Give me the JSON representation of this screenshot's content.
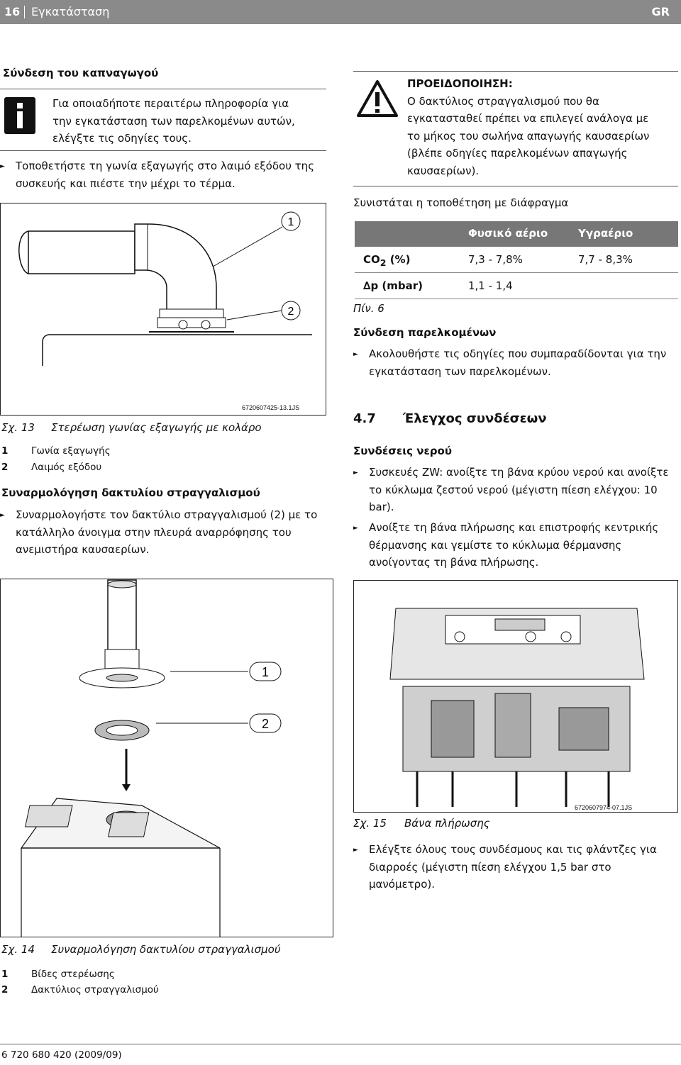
{
  "header": {
    "page": "16",
    "section": "Εγκατάσταση",
    "lang": "GR"
  },
  "left": {
    "h1": "Σύνδεση του καπναγωγού",
    "info_lines": [
      "Για οποιαδήποτε περαιτέρω πληροφορία για",
      "την εγκατάσταση των παρελκομένων αυτών,",
      "ελέγξτε τις οδηγίες τους."
    ],
    "bullet1": [
      "Τοποθετήστε τη γωνία εξαγωγής στο λαιμό εξόδου της",
      "συσκευής και πιέστε την μέχρι το τέρμα."
    ],
    "fig13": {
      "n1": "1",
      "n2": "2",
      "code": "6720607425-13.1JS",
      "label": "Σχ. 13",
      "title": "Στερέωση γωνίας εξαγωγής με κολάρο",
      "legend": [
        {
          "num": "1",
          "text": "Γωνία εξαγωγής"
        },
        {
          "num": "2",
          "text": "Λαιμός εξόδου"
        }
      ]
    },
    "h2": "Συναρμολόγηση δακτυλίου στραγγαλισμού",
    "bullet2": [
      "Συναρμολογήστε τον δακτύλιο στραγγαλισμού (2) με το",
      "κατάλληλο άνοιγμα στην πλευρά αναρρόφησης του",
      "ανεμιστήρα καυσαερίων."
    ],
    "fig14": {
      "n1": "1",
      "n2": "2",
      "label": "Σχ. 14",
      "title": "Συναρμολόγηση δακτυλίου στραγγαλισμού",
      "legend": [
        {
          "num": "1",
          "text": "Βίδες στερέωσης"
        },
        {
          "num": "2",
          "text": "Δακτύλιος στραγγαλισμού"
        }
      ]
    }
  },
  "right": {
    "warn_title": "ΠΡΟΕΙΔΟΠΟΙΗΣΗ:",
    "warn_lines": [
      "Ο δακτύλιος στραγγαλισμού που θα",
      "εγκατασταθεί πρέπει να επιλεγεί ανάλογα με",
      "το μήκος του σωλήνα απαγωγής καυσαερίων",
      "(βλέπε οδηγίες παρελκομένων απαγωγής",
      "καυσαερίων)."
    ],
    "recommend": "Συνιστάται η τοποθέτηση με διάφραγμα",
    "table": {
      "col1": "Φυσικό αέριο",
      "col2": "Υγραέριο",
      "r1_label": "CO",
      "r1_sub": "2",
      "r1_unit": " (%)",
      "r1_v1": "7,3 - 7,8%",
      "r1_v2": "7,7 - 8,3%",
      "r2_label": "∆p (mbar)",
      "r2_v1": "1,1 - 1,4",
      "r2_v2": ""
    },
    "table_caption": "Πίν. 6",
    "h_acc": "Σύνδεση παρελκομένων",
    "bullet_acc": [
      "Ακολουθήστε τις οδηγίες που συμπαραδίδονται για την",
      "εγκατάσταση των παρελκομένων."
    ],
    "sec_num": "4.7",
    "sec_title": "Έλεγχος συνδέσεων",
    "h_water": "Συνδέσεις νερού",
    "bw1": [
      "Συσκευές ZW: ανοίξτε τη βάνα κρύου νερού και ανοίξτε",
      "το κύκλωμα ζεστού νερού (μέγιστη πίεση ελέγχου: 10",
      "bar)."
    ],
    "bw2": [
      "Ανοίξτε τη βάνα πλήρωσης και επιστροφής κεντρικής",
      "θέρμανσης και γεμίστε το κύκλωμα θέρμανσης",
      "ανοίγοντας τη βάνα πλήρωσης."
    ],
    "fig15": {
      "code": "6720607974-07.1JS",
      "label": "Σχ. 15",
      "title": "Βάνα πλήρωσης"
    },
    "bw3": [
      "Ελέγξτε όλους τους συνδέσμους και τις φλάντζες για",
      "διαρροές (μέγιστη πίεση ελέγχου 1,5 bar στο",
      "μανόμετρο)."
    ]
  },
  "footer": "6 720 680 420 (2009/09)"
}
